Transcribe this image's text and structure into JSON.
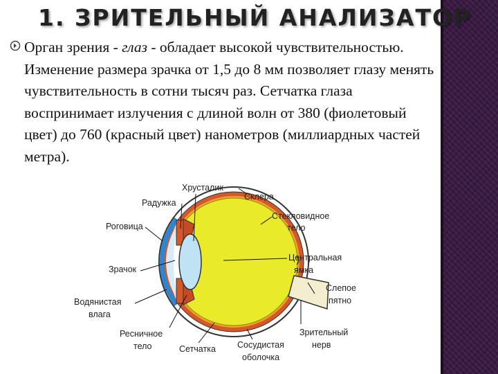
{
  "title": "1. ЗРИТЕЛЬНЫЙ АНАЛИЗАТОР",
  "paragraph": {
    "part1": "Орган зрения - ",
    "italic": "глаз",
    "part2": " - обладает высокой чувствительностью. Изменение размера зрачка от 1,5 до 8 мм позволяет глазу менять чувствительность в сотни тысяч раз. Сетчатка глаза воспринимает излучения с длиной волн от 380 (фиолетовый цвет) до 760 (красный цвет) нанометров (миллиардных частей метра)."
  },
  "diagram": {
    "labels": {
      "lens": "Хрусталик",
      "sclera": "Склера",
      "iris": "Радужка",
      "vitreous_1": "Стекловидное",
      "vitreous_2": "тело",
      "cornea": "Роговица",
      "fovea_1": "Центральная",
      "fovea_2": "ямка",
      "pupil": "Зрачок",
      "blind_spot_1": "Слепое",
      "blind_spot_2": "пятно",
      "aqueous_1": "Водянистая",
      "aqueous_2": "влага",
      "optic_nerve_1": "Зрительный",
      "optic_nerve_2": "нерв",
      "ciliary_1": "Ресничное",
      "ciliary_2": "тело",
      "retina": "Сетчатка",
      "choroid_1": "Сосудистая",
      "choroid_2": "оболочка"
    }
  },
  "colors": {
    "sidebar": "#3a1a43",
    "vitreous": "#e8ea2a",
    "choroid": "#d4592a",
    "cornea": "#2e86d0",
    "lens": "#bfe3f5"
  }
}
